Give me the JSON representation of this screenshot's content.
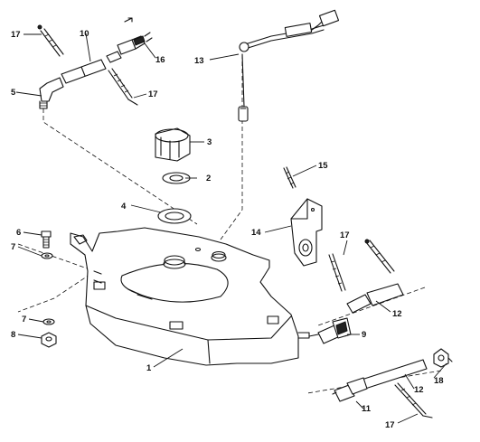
{
  "callouts": {
    "c1": "1",
    "c2": "2",
    "c3": "3",
    "c4": "4",
    "c5": "5",
    "c6": "6",
    "c7a": "7",
    "c7b": "7",
    "c8": "8",
    "c9": "9",
    "c10": "10",
    "c11": "11",
    "c12a": "12",
    "c12b": "12",
    "c13": "13",
    "c14": "14",
    "c15": "15",
    "c16": "16",
    "c17a": "17",
    "c17b": "17",
    "c17c": "17",
    "c17d": "17",
    "c18": "18"
  }
}
